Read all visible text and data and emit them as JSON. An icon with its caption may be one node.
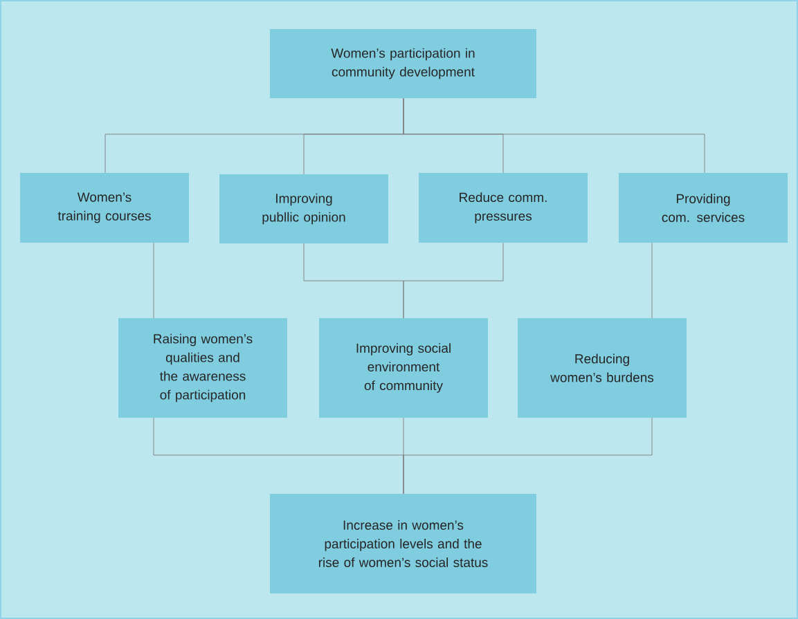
{
  "diagram": {
    "nodes": [
      {
        "text": [
          "Women’s participation in community development"
        ]
      },
      {
        "text": [
          "Women’s training courses"
        ]
      },
      {
        "text": [
          "Improving publlic opinion"
        ]
      },
      {
        "text": [
          "Reduce comm. pressures"
        ]
      },
      {
        "text": [
          "Providing com. services"
        ]
      },
      {
        "text": [
          "Raising women’s qualities and the awareness of participation"
        ]
      },
      {
        "text": [
          "Improving social environment of community"
        ]
      },
      {
        "text": [
          "Reducing women’s burdens"
        ]
      },
      {
        "text": [
          "Increase in women’s participation levels and the rise of women’s social status"
        ]
      }
    ],
    "edges": [
      {
        "from": 0,
        "to": 1,
        "arrow": "none"
      },
      {
        "from": 0,
        "to": 2,
        "arrow": "none"
      },
      {
        "from": 0,
        "to": 3,
        "arrow": "none"
      },
      {
        "from": 0,
        "to": 4,
        "arrow": "none"
      },
      {
        "from": 1,
        "to": 5,
        "arrow": "none"
      },
      {
        "from": 2,
        "to": 6,
        "arrow": "none"
      },
      {
        "from": 3,
        "to": 6,
        "arrow": "none"
      },
      {
        "from": 4,
        "to": 7,
        "arrow": "none"
      },
      {
        "from": 5,
        "to": 8,
        "arrow": "none"
      },
      {
        "from": 6,
        "to": 8,
        "arrow": "none"
      },
      {
        "from": 7,
        "to": 8,
        "arrow": "none"
      }
    ]
  }
}
